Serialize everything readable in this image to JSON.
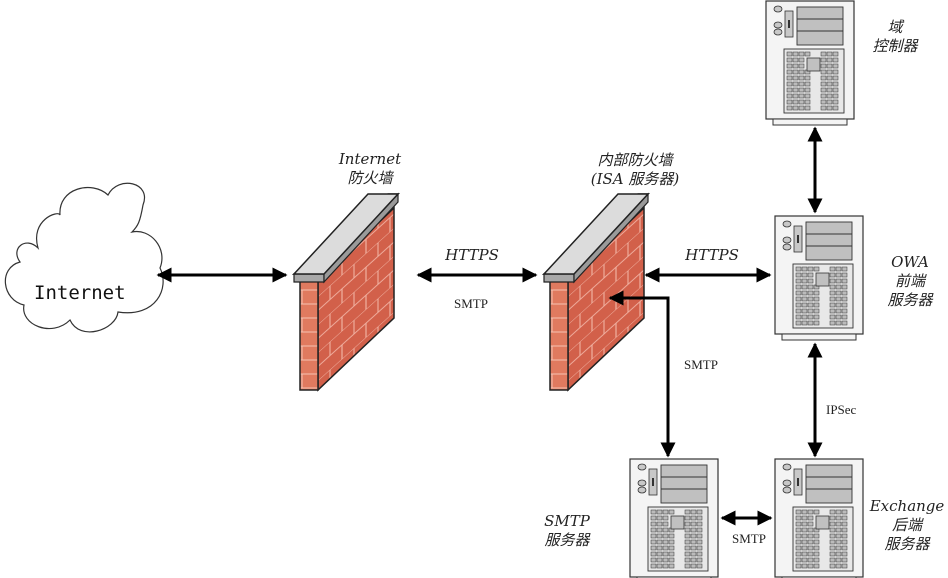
{
  "diagram": {
    "title": "",
    "nodes": {
      "internet": {
        "label": "Internet",
        "type": "cloud"
      },
      "internet_firewall": {
        "label_line1": "Internet",
        "label_line2": "防火墙",
        "type": "firewall"
      },
      "internal_firewall": {
        "label_line1": "内部防火墙",
        "label_line2": "(ISA 服务器)",
        "type": "firewall"
      },
      "domain_controller": {
        "label_line1": "域",
        "label_line2": "控制器",
        "type": "server"
      },
      "owa_frontend": {
        "label_line1": "OWA",
        "label_line2": "前端",
        "label_line3": "服务器",
        "type": "server"
      },
      "smtp_server": {
        "label_line1": "SMTP",
        "label_line2": "服务器",
        "type": "server"
      },
      "exchange_backend": {
        "label_line1": "Exchange",
        "label_line2": "后端",
        "label_line3": "服务器",
        "type": "server"
      }
    },
    "connections": [
      {
        "from": "internet",
        "to": "internet_firewall",
        "label": "",
        "direction": "both"
      },
      {
        "from": "internet_firewall",
        "to": "internal_firewall",
        "label": "HTTPS",
        "label2": "SMTP",
        "direction": "both"
      },
      {
        "from": "internal_firewall",
        "to": "owa_frontend",
        "label": "HTTPS",
        "direction": "both"
      },
      {
        "from": "domain_controller",
        "to": "owa_frontend",
        "label": "",
        "direction": "both"
      },
      {
        "from": "smtp_server",
        "to": "internal_firewall",
        "label": "SMTP",
        "direction": "both"
      },
      {
        "from": "owa_frontend",
        "to": "exchange_backend",
        "label": "IPSec",
        "direction": "both"
      },
      {
        "from": "smtp_server",
        "to": "exchange_backend",
        "label": "SMTP",
        "direction": "both"
      }
    ],
    "colors": {
      "brick": "#d2604a",
      "brick_side": "#e07a5f",
      "mortar": "#f0b8a8",
      "cap": "#d8d8d8",
      "cap_side": "#a0a0a0",
      "server_body": "#f4f4f4",
      "server_panel": "#c8c8c8",
      "line": "#000000"
    }
  }
}
